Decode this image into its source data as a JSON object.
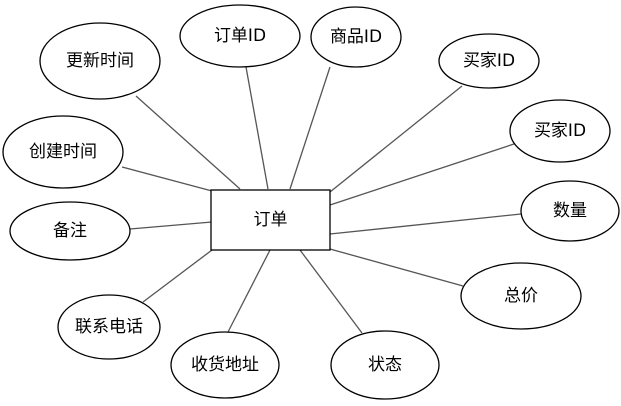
{
  "diagram": {
    "entity": {
      "label": "订单"
    },
    "attributes": [
      {
        "id": "update-time",
        "label": "更新时间"
      },
      {
        "id": "order-id",
        "label": "订单ID"
      },
      {
        "id": "product-id",
        "label": "商品ID"
      },
      {
        "id": "buyer-id-1",
        "label": "买家ID"
      },
      {
        "id": "buyer-id-2",
        "label": "买家ID"
      },
      {
        "id": "quantity",
        "label": "数量"
      },
      {
        "id": "total-price",
        "label": "总价"
      },
      {
        "id": "status",
        "label": "状态"
      },
      {
        "id": "shipping-address",
        "label": "收货地址"
      },
      {
        "id": "contact-phone",
        "label": "联系电话"
      },
      {
        "id": "remark",
        "label": "备注"
      },
      {
        "id": "create-time",
        "label": "创建时间"
      }
    ]
  }
}
